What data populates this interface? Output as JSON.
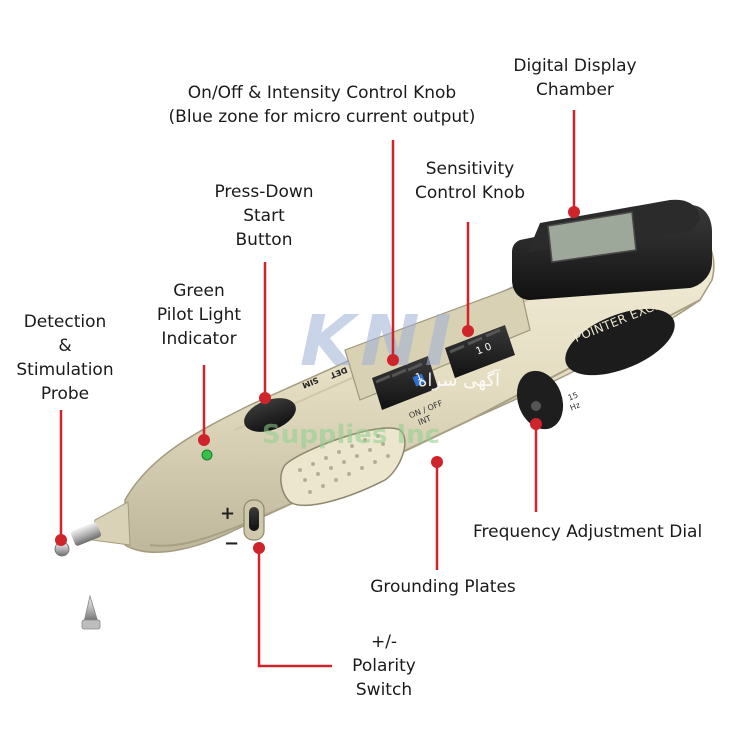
{
  "colors": {
    "callout_line": "#d0242b",
    "callout_dot": "#d0242b",
    "body": "#e6dfc4",
    "body_shadow": "#b9b197",
    "dark": "#1e1e1e",
    "lcd": "#9da89a",
    "pilot_light": "#38c14a"
  },
  "device": {
    "brand_label": "POINTER EXCEL II",
    "knob_intensity_mark": "1",
    "knob_sensitivity_mark": "1 0",
    "on_off_label": "ON / OFF",
    "int_label": "INT",
    "mode_label_1": "SIM",
    "mode_label_2": "DET",
    "freq_label": "Hz",
    "freq_number": "15",
    "plus_sign": "+",
    "minus_sign": "−"
  },
  "watermark": {
    "logo": "KNI",
    "text_line": "Supplies Inc",
    "arabic": "آگهی سراه"
  },
  "callouts": [
    {
      "id": "digital-display-chamber",
      "lines": [
        "Digital Display",
        "Chamber"
      ]
    },
    {
      "id": "intensity-knob",
      "lines": [
        "On/Off & Intensity Control Knob",
        "(Blue zone for micro current output)"
      ]
    },
    {
      "id": "sensitivity-knob",
      "lines": [
        "Sensitivity",
        "Control Knob"
      ]
    },
    {
      "id": "start-button",
      "lines": [
        "Press-Down",
        "Start",
        "Button"
      ]
    },
    {
      "id": "pilot-light",
      "lines": [
        "Green",
        "Pilot Light",
        "Indicator"
      ]
    },
    {
      "id": "probe",
      "lines": [
        "Detection",
        "&",
        "Stimulation",
        "Probe"
      ]
    },
    {
      "id": "frequency-dial",
      "lines": [
        "Frequency Adjustment Dial"
      ]
    },
    {
      "id": "grounding-plates",
      "lines": [
        "Grounding Plates"
      ]
    },
    {
      "id": "polarity-switch",
      "lines": [
        "+/-",
        "Polarity",
        "Switch"
      ]
    }
  ]
}
